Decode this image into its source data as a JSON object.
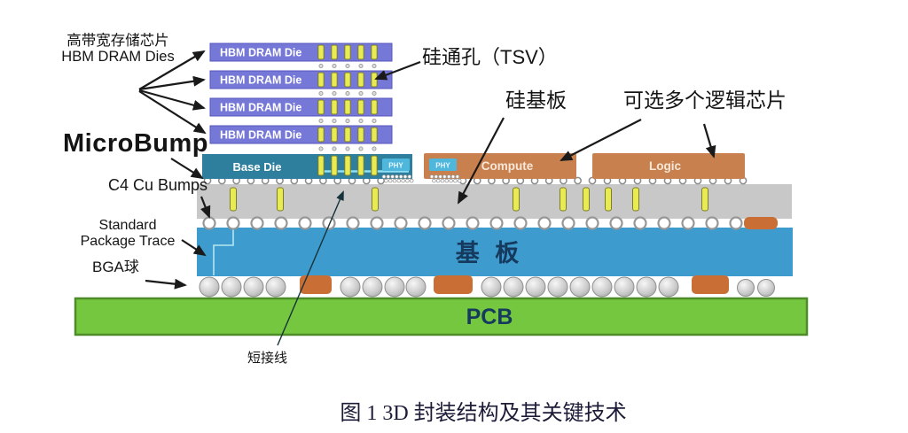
{
  "labels": {
    "hbm_line1": "高带宽存储芯片",
    "hbm_line2": "HBM DRAM Dies",
    "tsv": "硅通孔（TSV）",
    "interposer": "硅基板",
    "logic_chips": "可选多个逻辑芯片",
    "microbump": "MicroBump",
    "c4": "C4 Cu Bumps",
    "pkg_trace_line1": "Standard",
    "pkg_trace_line2": "Package Trace",
    "bga": "BGA球",
    "short_wire": "短接线"
  },
  "blocks": {
    "hbm_die": "HBM DRAM Die",
    "base_die": "Base Die",
    "phy": "PHY",
    "compute": "Compute",
    "logic": "Logic",
    "substrate": "基 板",
    "pcb": "PCB"
  },
  "caption": "图 1 3D 封装结构及其关键技术",
  "colors": {
    "hbm_die": "#7678d8",
    "hbm_die_border": "#5456bc",
    "tsv_yellow": "#e9eb52",
    "base_die": "#2e7f9d",
    "phy_blue": "#4fb6dc",
    "chip_orange": "#c8814e",
    "interposer_gray": "#c8c8c8",
    "substrate_blue": "#3d9ccd",
    "pcb_green": "#74c73f",
    "pcb_border": "#4e8c2a",
    "pad_orange": "#c96f35",
    "dark_text": "#16395e",
    "rdl_line": "#8ee0f6"
  }
}
